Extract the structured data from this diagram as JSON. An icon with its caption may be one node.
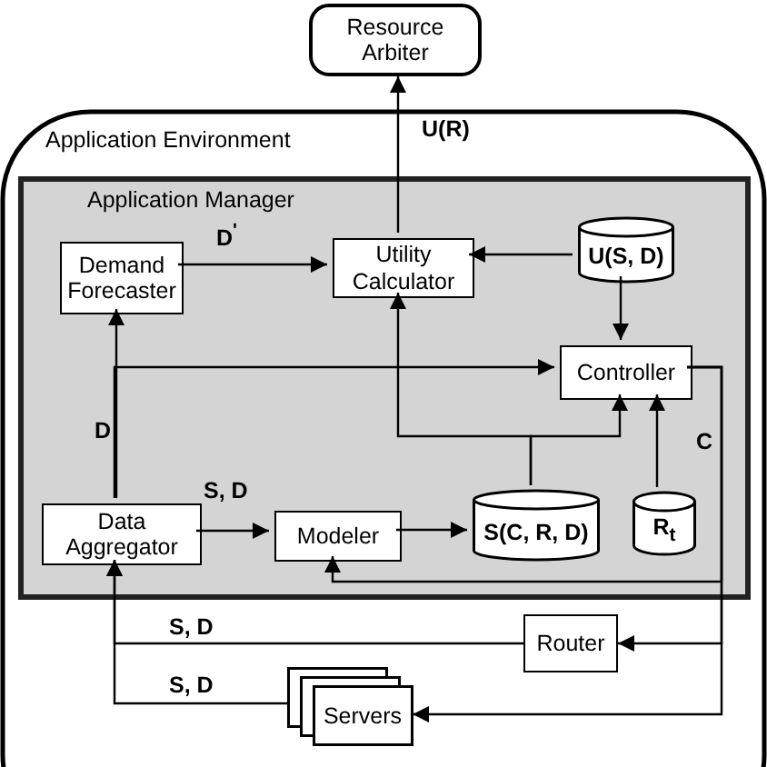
{
  "diagram": {
    "nodes": [
      {
        "text": [
          "Resource Arbiter"
        ]
      },
      {
        "text": [
          "Application Environment"
        ]
      },
      {
        "text": [
          "Application Manager"
        ],
        "in": 1
      },
      {
        "text": [
          "Demand Forecaster"
        ],
        "in": 2
      },
      {
        "text": [
          "Utility Calculator"
        ],
        "in": 2
      },
      {
        "text": [
          "U(S, D)"
        ],
        "in": 2
      },
      {
        "text": [
          "Controller"
        ],
        "in": 2
      },
      {
        "text": [
          "Data Aggregator"
        ],
        "in": 2
      },
      {
        "text": [
          "Modeler"
        ],
        "in": 2
      },
      {
        "text": [
          "S(C, R, D)"
        ],
        "in": 2
      },
      {
        "text": [
          "R$_{t}$"
        ],
        "in": 2
      },
      {
        "text": [
          "Router"
        ],
        "in": 1
      },
      {
        "text": [
          "Servers"
        ],
        "in": 1
      }
    ],
    "edges": [
      {
        "from": 4,
        "to": 0,
        "arrow": "to",
        "label": "U(R)"
      },
      {
        "from": 3,
        "to": 4,
        "arrow": "to",
        "label": "D$^{'}$"
      },
      {
        "from": 5,
        "to": 4,
        "arrow": "to"
      },
      {
        "from": 5,
        "to": 6,
        "arrow": "to"
      },
      {
        "from": 7,
        "to": 3,
        "arrow": "to",
        "label": "D"
      },
      {
        "from": 7,
        "to": 6,
        "arrow": "to"
      },
      {
        "from": 9,
        "to": 4,
        "arrow": "to"
      },
      {
        "from": 9,
        "to": 6,
        "arrow": "to"
      },
      {
        "from": 10,
        "to": 6,
        "arrow": "to"
      },
      {
        "from": 7,
        "to": 8,
        "arrow": "to",
        "label": "S, D"
      },
      {
        "from": 8,
        "to": 9,
        "arrow": "to"
      },
      {
        "from": 6,
        "to": 8,
        "arrow": "to"
      },
      {
        "from": 6,
        "to": 11,
        "arrow": "to",
        "label": "C"
      },
      {
        "from": 6,
        "to": 12,
        "arrow": "to"
      },
      {
        "from": 11,
        "to": 7,
        "arrow": "to",
        "label": "S, D"
      },
      {
        "from": 12,
        "to": 7,
        "arrow": "to",
        "label": "S, D"
      }
    ]
  }
}
